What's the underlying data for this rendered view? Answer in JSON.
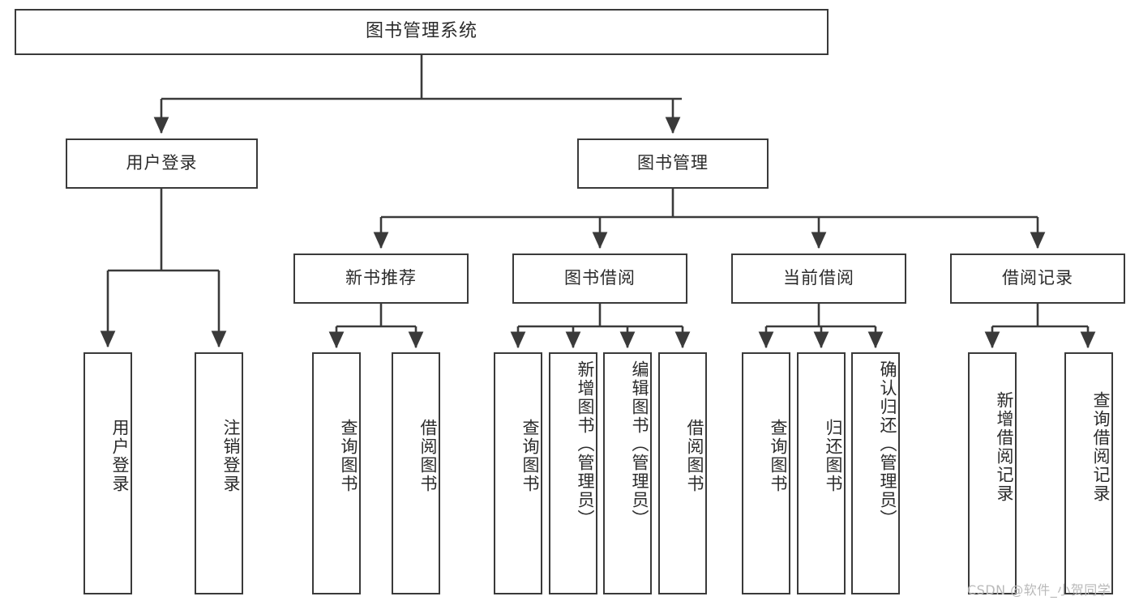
{
  "diagram": {
    "title": "图书管理系统",
    "type": "hierarchy-tree",
    "watermark": "CSDN @软件_小贺同学",
    "colors": {
      "stroke": "#3a3a3a",
      "fill": "#ffffff",
      "text": "#2b2b2b",
      "watermark": "#b9b9b9"
    },
    "levels": {
      "level1": [
        "图书管理系统"
      ],
      "level2": [
        "用户登录",
        "图书管理"
      ],
      "level3": [
        "新书推荐",
        "图书借阅",
        "当前借阅",
        "借阅记录"
      ],
      "level4": [
        "用户登录",
        "注销登录",
        "查询图书",
        "借阅图书",
        "查询图书",
        "新增图书（管理员）",
        "编辑图书（管理员）",
        "借阅图书",
        "查询图书",
        "归还图书",
        "确认归还（管理员）",
        "新增借阅记录",
        "查询借阅记录"
      ]
    },
    "nodes": {
      "root": {
        "label": "图书管理系统"
      },
      "user_login": {
        "label": "用户登录"
      },
      "book_manage": {
        "label": "图书管理"
      },
      "new_book_rec": {
        "label": "新书推荐"
      },
      "book_borrow": {
        "label": "图书借阅"
      },
      "current_borrow": {
        "label": "当前借阅"
      },
      "borrow_record": {
        "label": "借阅记录"
      },
      "leaf_user_login": {
        "label": "用户登录"
      },
      "leaf_logout": {
        "label": "注销登录"
      },
      "leaf_query_book_1": {
        "label": "查询图书"
      },
      "leaf_borrow_book_1": {
        "label": "借阅图书"
      },
      "leaf_query_book_2": {
        "label": "查询图书"
      },
      "leaf_add_book": {
        "label": "新增图书（管理员）"
      },
      "leaf_edit_book": {
        "label": "编辑图书（管理员）"
      },
      "leaf_borrow_book_2": {
        "label": "借阅图书"
      },
      "leaf_query_book_3": {
        "label": "查询图书"
      },
      "leaf_return_book": {
        "label": "归还图书"
      },
      "leaf_confirm_return": {
        "label": "确认归还（管理员）"
      },
      "leaf_add_record": {
        "label": "新增借阅记录"
      },
      "leaf_query_record": {
        "label": "查询借阅记录"
      }
    },
    "edges": [
      {
        "from": "root",
        "to": "user_login"
      },
      {
        "from": "root",
        "to": "book_manage"
      },
      {
        "from": "user_login",
        "to": "leaf_user_login"
      },
      {
        "from": "user_login",
        "to": "leaf_logout"
      },
      {
        "from": "book_manage",
        "to": "new_book_rec"
      },
      {
        "from": "book_manage",
        "to": "book_borrow"
      },
      {
        "from": "book_manage",
        "to": "current_borrow"
      },
      {
        "from": "book_manage",
        "to": "borrow_record"
      },
      {
        "from": "new_book_rec",
        "to": "leaf_query_book_1"
      },
      {
        "from": "new_book_rec",
        "to": "leaf_borrow_book_1"
      },
      {
        "from": "book_borrow",
        "to": "leaf_query_book_2"
      },
      {
        "from": "book_borrow",
        "to": "leaf_add_book"
      },
      {
        "from": "book_borrow",
        "to": "leaf_edit_book"
      },
      {
        "from": "book_borrow",
        "to": "leaf_borrow_book_2"
      },
      {
        "from": "current_borrow",
        "to": "leaf_query_book_3"
      },
      {
        "from": "current_borrow",
        "to": "leaf_return_book"
      },
      {
        "from": "current_borrow",
        "to": "leaf_confirm_return"
      },
      {
        "from": "borrow_record",
        "to": "leaf_add_record"
      },
      {
        "from": "borrow_record",
        "to": "leaf_query_record"
      }
    ]
  }
}
